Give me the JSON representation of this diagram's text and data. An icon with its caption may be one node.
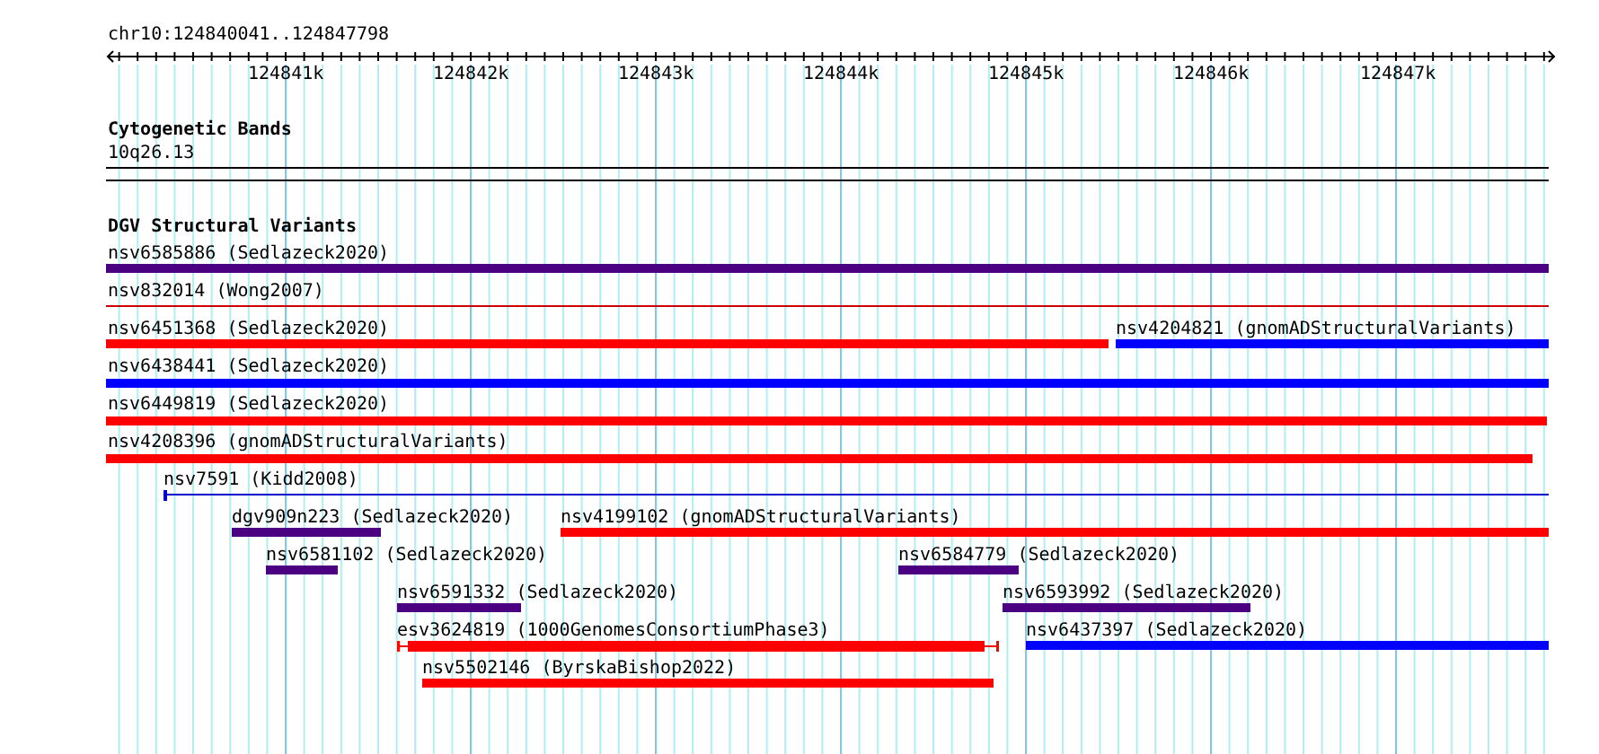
{
  "diagram": {
    "title": "chr10:124840041..124847798",
    "nodes": [
      {
        "text": [],
        "shape": "bar",
        "beside": [
          "nsv6585886 (Sedlazeck2020)"
        ]
      },
      {
        "text": [],
        "shape": "bar",
        "beside": [
          "nsv832014 (Wong2007)"
        ]
      },
      {
        "text": [],
        "shape": "bar",
        "beside": [
          "nsv6451368 (Sedlazeck2020)"
        ]
      },
      {
        "text": [],
        "shape": "bar",
        "beside": [
          "nsv4204821 (gnomADStructuralVariants)"
        ]
      },
      {
        "text": [],
        "shape": "bar",
        "beside": [
          "nsv6438441 (Sedlazeck2020)"
        ]
      },
      {
        "text": [],
        "shape": "bar",
        "beside": [
          "nsv6449819 (Sedlazeck2020)"
        ]
      },
      {
        "text": [],
        "shape": "bar",
        "beside": [
          "nsv4208396 (gnomADStructuralVariants)"
        ]
      },
      {
        "text": [],
        "shape": "bar",
        "beside": [
          "nsv7591 (Kidd2008)"
        ]
      },
      {
        "text": [],
        "shape": "bar",
        "beside": [
          "dgv909n223 (Sedlazeck2020)"
        ]
      },
      {
        "text": [],
        "shape": "bar",
        "beside": [
          "nsv4199102 (gnomADStructuralVariants)"
        ]
      },
      {
        "text": [],
        "shape": "bar",
        "beside": [
          "nsv6581102 (Sedlazeck2020)"
        ]
      },
      {
        "text": [],
        "shape": "bar",
        "beside": [
          "nsv6584779 (Sedlazeck2020)"
        ]
      },
      {
        "text": [],
        "shape": "bar",
        "beside": [
          "nsv6591332 (Sedlazeck2020)"
        ]
      },
      {
        "text": [],
        "shape": "bar",
        "beside": [
          "nsv6593992 (Sedlazeck2020)"
        ]
      },
      {
        "text": [],
        "shape": "bar",
        "beside": [
          "esv3624819 (1000GenomesConsortiumPhase3)"
        ]
      },
      {
        "text": [],
        "shape": "bar",
        "beside": [
          "nsv6437397 (Sedlazeck2020)"
        ]
      },
      {
        "text": [],
        "shape": "bar",
        "beside": [
          "nsv5502146 (ByrskaBishop2022)"
        ]
      }
    ],
    "labels": [
      "124841k",
      "124842k",
      "124843k",
      "124844k",
      "124845k",
      "124846k",
      "124847k",
      "Cytogenetic Bands",
      "10q26.13",
      "DGV Structural Variants"
    ]
  }
}
